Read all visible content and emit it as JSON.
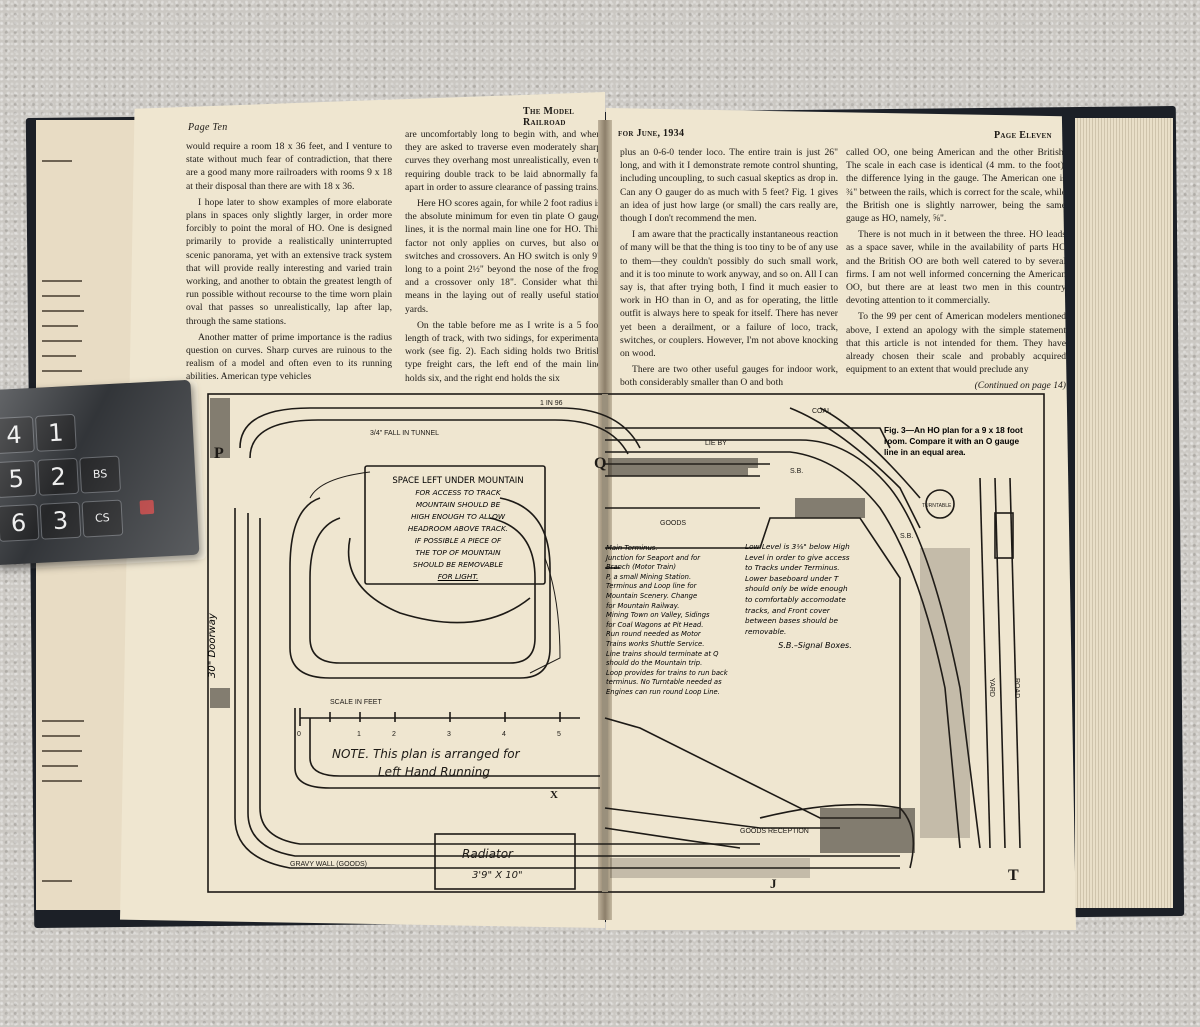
{
  "left_page": {
    "header": "Page Ten",
    "header_title": "The Model Railroad",
    "column1": [
      "would require a room 18 x 36 feet, and I venture to state without much fear of contradiction, that there are a good many more railroaders with rooms 9 x 18 at their disposal than there are with 18 x 36.",
      "I hope later to show examples of more elaborate plans in spaces only slightly larger, in order more forcibly to point the moral of HO. One is designed primarily to provide a realistically uninterrupted scenic panorama, yet with an extensive track system that will provide really interesting and varied train working, and another to obtain the greatest length of run possible without recourse to the time worn plain oval that passes so unrealistically, lap after lap, through the same stations.",
      "Another matter of prime importance is the radius question on curves. Sharp curves are ruinous to the realism of a model and often even to its running abilities. American type vehicles"
    ],
    "column2": [
      "are uncomfortably long to begin with, and when they are asked to traverse even moderately sharp curves they overhang most unrealistically, even to requiring double track to be laid abnormally far apart in order to assure clearance of passing trains.",
      "Here HO scores again, for while 2 foot radius is the absolute minimum for even tin plate O gauge lines, it is the normal main line one for HO. This factor not only applies on curves, but also on switches and crossovers. An HO switch is only 9\" long to a point 2½\" beyond the nose of the frog, and a crossover only 18\". Consider what this means in the laying out of really useful station yards.",
      "On the table before me as I write is a 5 foot length of track, with two sidings, for experimental work (see fig. 2). Each siding holds two British type freight cars, the left end of the main line holds six, and the right end holds the six"
    ]
  },
  "right_page": {
    "header": "for June, 1934",
    "header_page": "Page Eleven",
    "column1": [
      "plus an 0-6-0 tender loco. The entire train is just 26\" long, and with it I demonstrate remote control shunting, including uncoupling, to such casual skeptics as drop in. Can any O gauger do as much with 5 feet? Fig. 1 gives an idea of just how large (or small) the cars really are, though I don't recommend the men.",
      "I am aware that the practically instantaneous reaction of many will be that the thing is too tiny to be of any use to them—they couldn't possibly do such small work, and it is too minute to work anyway, and so on. All I can say is, that after trying both, I find it much easier to work in HO than in O, and as for operating, the little outfit is always here to speak for itself. There has never yet been a derailment, or a failure of loco, track, switches, or couplers. However, I'm not above knocking on wood.",
      "There are two other useful gauges for indoor work, both considerably smaller than O and both"
    ],
    "column2": [
      "called OO, one being American and the other British. The scale in each case is identical (4 mm. to the foot), the difference lying in the gauge. The American one is ¾\" between the rails, which is correct for the scale, while the British one is slightly narrower, being the same gauge as HO, namely, ⅝\".",
      "There is not much in it between the three. HO leads as a space saver, while in the availability of parts HO and the British OO are both well catered to by several firms. I am not well informed concerning the American OO, but there are at least two men in this country devoting attention to it commercially.",
      "To the 99 per cent of American modelers mentioned above, I extend an apology with the simple statement that this article is not intended for them. They have already chosen their scale and probably acquired equipment to an extent that would preclude any"
    ],
    "continued": "(Continued on page 14)"
  },
  "plan": {
    "caption": "Fig. 3—An HO plan for a 9 x 18 foot room. Compare it with an O gauge line in an equal area.",
    "mountain_note": [
      "SPACE LEFT UNDER MOUNTAIN",
      "FOR ACCESS TO TRACK",
      "MOUNTAIN SHOULD BE",
      "HIGH ENOUGH TO ALLOW",
      "HEADROOM ABOVE TRACK.",
      "IF POSSIBLE A PIECE OF",
      "THE TOP OF MOUNTAIN",
      "SHOULD BE REMOVABLE",
      "FOR LIGHT."
    ],
    "fall_label": "3/4\" FALL IN TUNNEL",
    "grade_label": "1 IN 96",
    "scale_label": "SCALE IN FEET",
    "scale_ticks": [
      "0",
      "1",
      "2",
      "3",
      "4",
      "5"
    ],
    "note": [
      "NOTE. This plan is arranged for",
      "Left Hand Running"
    ],
    "radiator": [
      "Radiator",
      "3'9\" X 10\""
    ],
    "doorway": "30\" Doorway",
    "gravy_wall": "GRAVY WALL (GOODS)",
    "goods_reception": "GOODS RECEPTION",
    "goods": "GOODS",
    "turntable": "TURNTABLE",
    "yard_road": [
      "YARD",
      "ROAD"
    ],
    "letters": [
      "P",
      "Q",
      "X",
      "T",
      "J"
    ],
    "terminus_note": [
      "Main Terminus.",
      "Junction for Seaport and for",
      "Branch (Motor Train)",
      "P, a small Mining Station.",
      "Terminus and Loop line for",
      "Mountain Scenery. Change",
      "for Mountain Railway.",
      "Mining Town on Valley, Sidings",
      "for Coal Wagons at Pit Head.",
      "Run round needed as Motor",
      "Trains works Shuttle Service.",
      "Line trains should terminate at Q",
      "should do the Mountain trip.",
      "Loop provides for trains to run back",
      "terminus. No Turntable needed as",
      "Engines can run round Loop Line."
    ],
    "low_level_note": [
      "Low Level is 3⅛\" below High",
      "Level in order to give access",
      "to Tracks under Terminus.",
      "Lower baseboard under T",
      "should only be wide enough",
      "to comfortably accomodate",
      "tracks, and Front cover",
      "between bases should be",
      "removable."
    ],
    "sb_note": "S.B.–Signal Boxes.",
    "sb": "S.B.",
    "lie_by": "LIE BY",
    "coal_road": "COAL"
  },
  "calculator": {
    "keys": [
      "1",
      "2",
      "3",
      "4",
      "5",
      "6"
    ],
    "labels": [
      "BS",
      "CS"
    ]
  }
}
